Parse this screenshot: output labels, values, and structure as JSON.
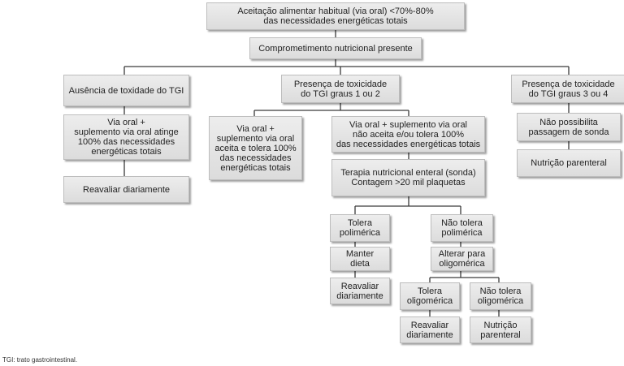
{
  "nodes": {
    "aceitacao": "Aceitação alimentar habitual (via oral) <70%-80%\ndas necessidades energéticas totais",
    "comprometimento": "Comprometimento nutricional presente",
    "ausencia": "Ausência de toxidade do TGI",
    "presenca12": "Presença de toxicidade\ndo TGI graus 1 ou 2",
    "presenca34": "Presença de toxicidade\ndo TGI graus 3 ou 4",
    "viaoral_atinge": "Via oral +\nsuplemento via oral atinge\n100% das necessidades\nenergéticas totais",
    "reavaliar_left": "Reavaliar diariamente",
    "viaoral_aceita": "Via oral +\nsuplemento via oral\naceita e tolera 100%\ndas necessidades\nenergéticas totais",
    "viaoral_naoaceita": "Via oral + suplemento via oral\nnão aceita e/ou tolera 100%\ndas necessidades energéticas totais",
    "terapia": "Terapia nutricional enteral (sonda)\nContagem >20 mil plaquetas",
    "tolera_poli": "Tolera\npolimérica",
    "manter": "Manter\ndieta",
    "reavaliar_poli": "Reavaliar\ndiariamente",
    "naotolera_poli": "Não tolera\npolimérica",
    "alterar": "Alterar para\noligomérica",
    "tolera_oligo": "Tolera\noligomérica",
    "reavaliar_oligo": "Reavaliar\ndiariamente",
    "naotolera_oligo": "Não tolera\noligomérica",
    "nutricao_parenteral": "Nutrição\nparenteral",
    "nao_possibilita": "Não possibilita\npassagem de sonda",
    "nutricao_right": "Nutrição parenteral"
  },
  "footnote": "TGI: trato gastrointestinal."
}
